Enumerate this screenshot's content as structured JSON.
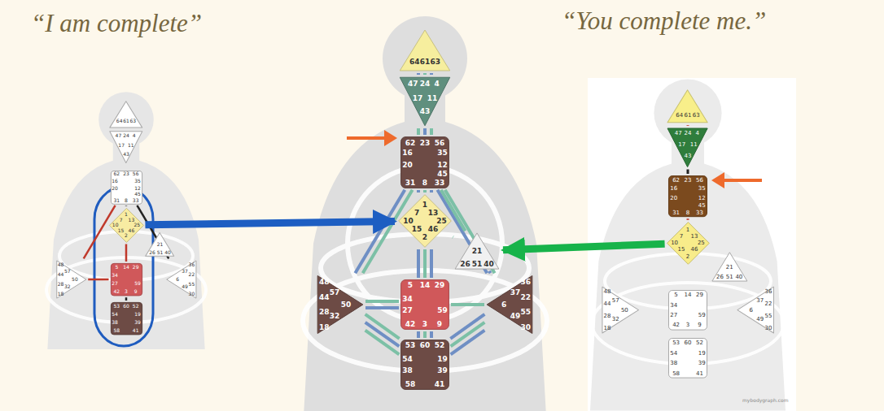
{
  "diagram": {
    "nodes": [
      {
        "text": [
          "64",
          "61",
          "63"
        ]
      },
      {
        "text": [
          "47",
          "24",
          "4",
          "17",
          "11",
          "43"
        ]
      },
      {
        "text": [
          "62",
          "23",
          "56",
          "16",
          "35",
          "20",
          "12",
          "31",
          "8",
          "33",
          "45"
        ]
      },
      {
        "text": [
          "1",
          "7",
          "13",
          "25",
          "10",
          "15",
          "46",
          "2"
        ]
      },
      {
        "text": [
          "21",
          "26",
          "51",
          "40"
        ]
      },
      {
        "text": [
          "48",
          "57",
          "44",
          "50",
          "32",
          "28",
          "18"
        ]
      },
      {
        "text": [
          "5",
          "14",
          "29",
          "34",
          "27",
          "59",
          "42",
          "3",
          "9"
        ]
      },
      {
        "text": [
          "36",
          "22",
          "37",
          "6",
          "49",
          "55",
          "30"
        ]
      },
      {
        "text": [
          "53",
          "60",
          "52",
          "54",
          "19",
          "38",
          "39",
          "58",
          "41"
        ]
      },
      {
        "text": [
          "64",
          "61",
          "63"
        ]
      },
      {
        "text": [
          "47",
          "24",
          "4",
          "17",
          "11",
          "43"
        ]
      },
      {
        "text": [
          "62",
          "23",
          "56",
          "16",
          "35",
          "20",
          "12",
          "31",
          "8",
          "33",
          "45"
        ]
      },
      {
        "text": [
          "1",
          "7",
          "13",
          "25",
          "10",
          "15",
          "46",
          "2"
        ]
      },
      {
        "text": [
          "21",
          "26",
          "51",
          "40"
        ]
      },
      {
        "text": [
          "48",
          "57",
          "44",
          "50",
          "32",
          "28",
          "18"
        ]
      },
      {
        "text": [
          "5",
          "14",
          "29",
          "34",
          "27",
          "59",
          "42",
          "3",
          "9"
        ]
      },
      {
        "text": [
          "36",
          "22",
          "37",
          "6",
          "49",
          "55",
          "30"
        ]
      },
      {
        "text": [
          "53",
          "60",
          "52",
          "54",
          "19",
          "38",
          "39",
          "58",
          "41"
        ]
      },
      {
        "text": [
          "64",
          "61",
          "63"
        ]
      },
      {
        "text": [
          "47",
          "24",
          "4",
          "17",
          "11",
          "43"
        ]
      },
      {
        "text": [
          "62",
          "23",
          "56",
          "16",
          "35",
          "20",
          "12",
          "31",
          "8",
          "33",
          "45"
        ]
      },
      {
        "text": [
          "1",
          "7",
          "13",
          "25",
          "10",
          "15",
          "46",
          "2"
        ]
      },
      {
        "text": [
          "21",
          "26",
          "51",
          "40"
        ]
      },
      {
        "text": [
          "48",
          "57",
          "44",
          "50",
          "32",
          "28",
          "18"
        ]
      },
      {
        "text": [
          "5",
          "14",
          "29",
          "34",
          "27",
          "59",
          "42",
          "3",
          "9"
        ]
      },
      {
        "text": [
          "36",
          "22",
          "37",
          "6",
          "49",
          "55",
          "30"
        ]
      },
      {
        "text": [
          "53",
          "60",
          "52",
          "54",
          "19",
          "38",
          "39",
          "58",
          "41"
        ]
      }
    ],
    "edges": [
      {
        "from": 2,
        "to": 3,
        "arrow": "none"
      },
      {
        "from": 3,
        "to": 6,
        "arrow": "none"
      },
      {
        "from": 6,
        "to": 8,
        "arrow": "none"
      },
      {
        "from": 2,
        "to": 5,
        "arrow": "none"
      },
      {
        "from": 2,
        "to": 7,
        "arrow": "none"
      },
      {
        "from": 6,
        "to": 5,
        "arrow": "none"
      },
      {
        "from": 9,
        "to": 10,
        "arrow": "none"
      },
      {
        "from": 9,
        "to": 10,
        "arrow": "none"
      },
      {
        "from": 9,
        "to": 10,
        "arrow": "none"
      },
      {
        "from": 10,
        "to": 11,
        "arrow": "none"
      },
      {
        "from": 10,
        "to": 11,
        "arrow": "none"
      },
      {
        "from": 10,
        "to": 11,
        "arrow": "none"
      },
      {
        "from": 11,
        "to": 12,
        "arrow": "none"
      },
      {
        "from": 11,
        "to": 12,
        "arrow": "none"
      },
      {
        "from": 11,
        "to": 12,
        "arrow": "none"
      },
      {
        "from": 11,
        "to": 14,
        "arrow": "none"
      },
      {
        "from": 11,
        "to": 14,
        "arrow": "none"
      },
      {
        "from": 11,
        "to": 16,
        "arrow": "none"
      },
      {
        "from": 11,
        "to": 16,
        "arrow": "none"
      },
      {
        "from": 11,
        "to": 13,
        "arrow": "none"
      },
      {
        "from": 12,
        "to": 15,
        "arrow": "none"
      },
      {
        "from": 12,
        "to": 15,
        "arrow": "none"
      },
      {
        "from": 12,
        "to": 15,
        "arrow": "none"
      },
      {
        "from": 12,
        "to": 13,
        "arrow": "none"
      },
      {
        "from": 13,
        "to": 16,
        "arrow": "none"
      },
      {
        "from": 15,
        "to": 14,
        "arrow": "none"
      },
      {
        "from": 15,
        "to": 14,
        "arrow": "none"
      },
      {
        "from": 15,
        "to": 16,
        "arrow": "none"
      },
      {
        "from": 15,
        "to": 17,
        "arrow": "none"
      },
      {
        "from": 15,
        "to": 17,
        "arrow": "none"
      },
      {
        "from": 15,
        "to": 17,
        "arrow": "none"
      },
      {
        "from": 14,
        "to": 17,
        "arrow": "none"
      },
      {
        "from": 14,
        "to": 17,
        "arrow": "none"
      },
      {
        "from": 14,
        "to": 17,
        "arrow": "none"
      },
      {
        "from": 16,
        "to": 17,
        "arrow": "none"
      },
      {
        "from": 16,
        "to": 17,
        "arrow": "none"
      },
      {
        "from": 16,
        "to": 17,
        "arrow": "none"
      },
      {
        "from": 18,
        "to": 19,
        "arrow": "none"
      },
      {
        "from": 19,
        "to": 20,
        "arrow": "none"
      },
      {
        "from": 20,
        "to": 21,
        "arrow": "none"
      },
      {
        "from": 3,
        "to": 12,
        "arrow": "to"
      },
      {
        "from": 21,
        "to": 13,
        "arrow": "to"
      }
    ],
    "labels": [
      "“I am complete”",
      "“You complete me.”",
      "mybodygraph.com"
    ]
  }
}
